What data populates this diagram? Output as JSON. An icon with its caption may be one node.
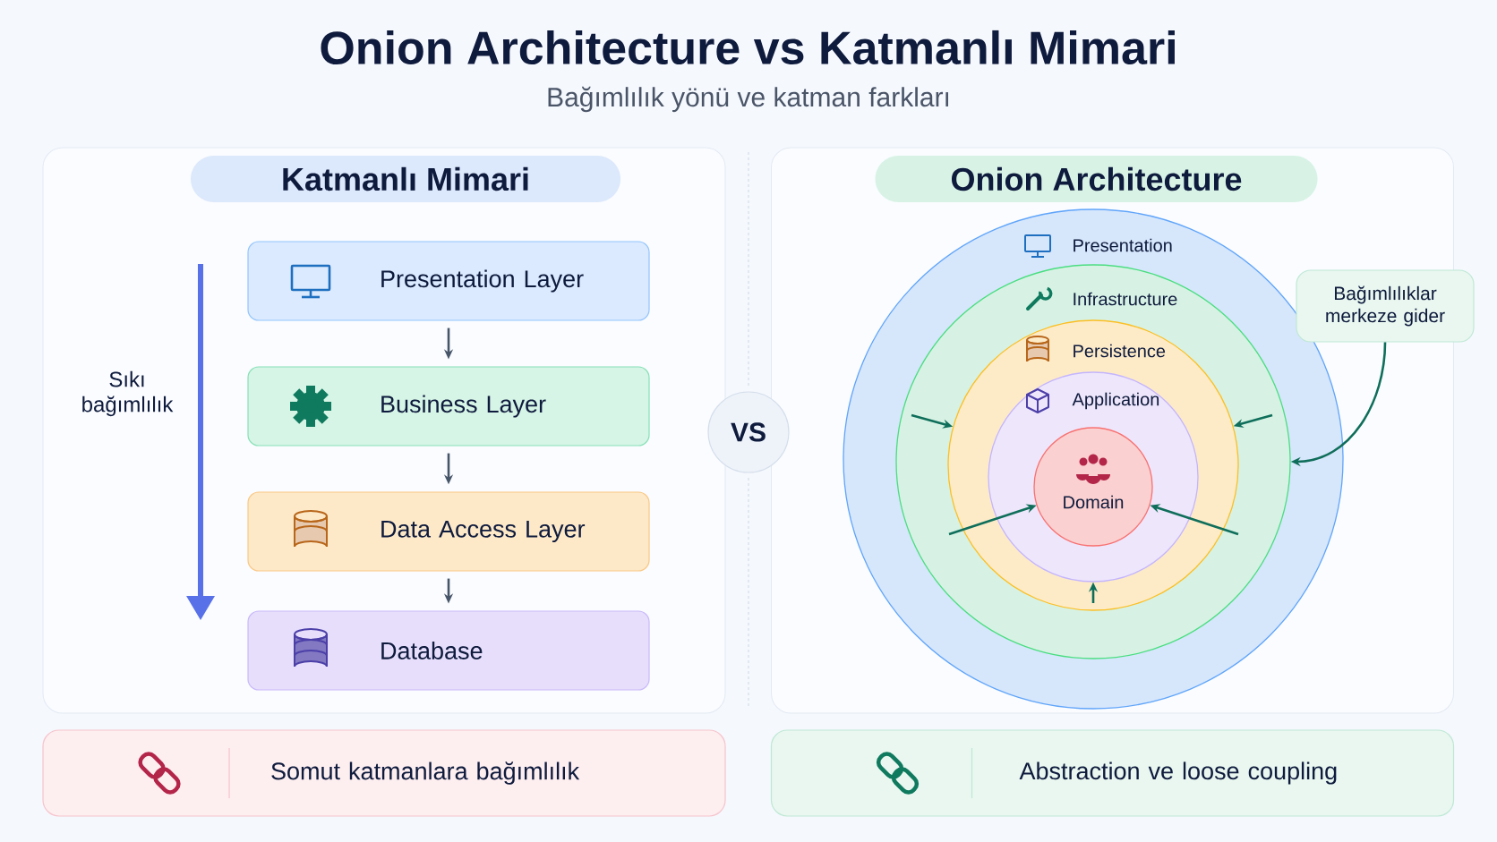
{
  "diagram": {
    "title": "Onion Architecture vs Katmanlı Mimari",
    "nodes": [
      {
        "text": [
          "Katmanlı Mimari"
        ]
      },
      {
        "text": [
          "Presentation Layer"
        ],
        "in": 0
      },
      {
        "text": [
          "Business Layer"
        ],
        "in": 0
      },
      {
        "text": [
          "Data Access Layer"
        ],
        "in": 0
      },
      {
        "text": [
          "Database"
        ],
        "in": 0
      },
      {
        "text": [
          "Onion Architecture"
        ]
      },
      {
        "text": [
          "Presentation"
        ],
        "in": 5
      },
      {
        "text": [
          "Infrastructure"
        ],
        "in": 6
      },
      {
        "text": [
          "Persistence"
        ],
        "in": 7
      },
      {
        "text": [
          "Application"
        ],
        "in": 8
      },
      {
        "text": [
          "Domain"
        ],
        "in": 9
      },
      {
        "text": [
          "Bağımlılıklar merkeze gider"
        ]
      },
      {
        "text": [
          "VS"
        ]
      },
      {
        "text": [
          "Somut katmanlara bağımlılık"
        ]
      },
      {
        "text": [
          "Abstraction ve loose coupling"
        ]
      }
    ],
    "edges": [
      {
        "from": 1,
        "to": 2,
        "arrow": "to",
        "color": "#475569"
      },
      {
        "from": 2,
        "to": 3,
        "arrow": "to",
        "color": "#475569"
      },
      {
        "from": 3,
        "to": 4,
        "arrow": "to",
        "color": "#475569"
      },
      {
        "from": null,
        "to": 8,
        "arrow": "to"
      },
      {
        "from": null,
        "to": 10,
        "arrow": "to"
      },
      {
        "from": null,
        "to": 8,
        "arrow": "to"
      },
      {
        "from": null,
        "to": 10,
        "arrow": "to"
      },
      {
        "from": null,
        "to": 9,
        "arrow": "to"
      },
      {
        "from": 11,
        "to": 7,
        "arrow": "to"
      }
    ],
    "labels": [
      "Bağımlılık yönü ve katman farkları",
      "Sıkı bağımlılık"
    ]
  }
}
